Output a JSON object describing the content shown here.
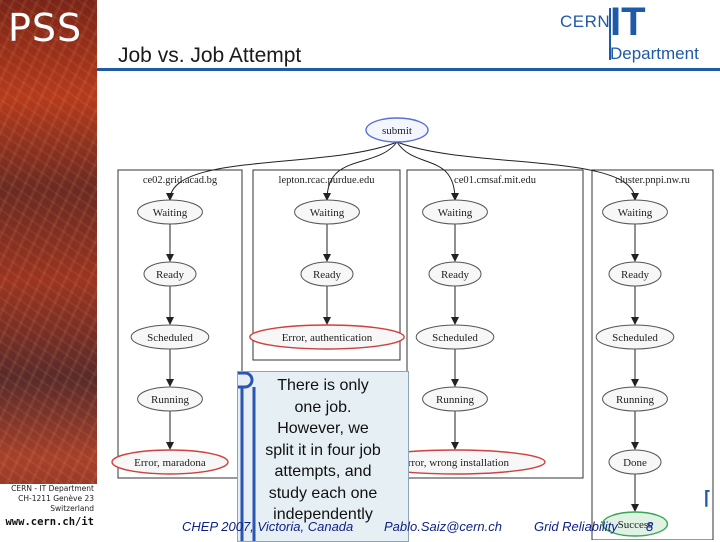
{
  "sidebar": {
    "logo_text": "PSS",
    "address_lines": [
      "CERN - IT Department",
      "CH-1211 Genève 23",
      "Switzerland"
    ],
    "website": "www.cern.ch/it"
  },
  "header": {
    "title": "Job vs. Job Attempt",
    "logo": {
      "line1": "CERN",
      "line2": "IT",
      "line3": "Department"
    }
  },
  "diagram": {
    "root": "submit",
    "columns": [
      {
        "site": "ce02.grid.acad.bg",
        "states": [
          "Waiting",
          "Ready",
          "Scheduled",
          "Running",
          "Error, maradona"
        ]
      },
      {
        "site": "lepton.rcac.purdue.edu",
        "states": [
          "Waiting",
          "Ready",
          "Error, authentication"
        ]
      },
      {
        "site": "ce01.cmsaf.mit.edu",
        "states": [
          "Waiting",
          "Ready",
          "Scheduled",
          "Running",
          "Error, wrong installation"
        ]
      },
      {
        "site": "cluster.pnpi.nw.ru",
        "states": [
          "Waiting",
          "Ready",
          "Scheduled",
          "Running",
          "Done",
          "Success"
        ]
      }
    ]
  },
  "callout": {
    "lines": [
      "There is only",
      "one job.",
      "However, we",
      "split it in four job",
      "attempts, and",
      "study each one",
      "independently"
    ]
  },
  "footer": {
    "conference": "CHEP 2007, Victoria, Canada",
    "email": "Pablo.Saiz@cern.ch",
    "topic": "Grid Reliability",
    "page": "8"
  },
  "colors": {
    "accent_blue": "#1f5aa8",
    "error_node": "#d04040",
    "root_node": "#5a6fcf",
    "success_node": "#3aa655",
    "callout_bg": "#e6eff4"
  }
}
